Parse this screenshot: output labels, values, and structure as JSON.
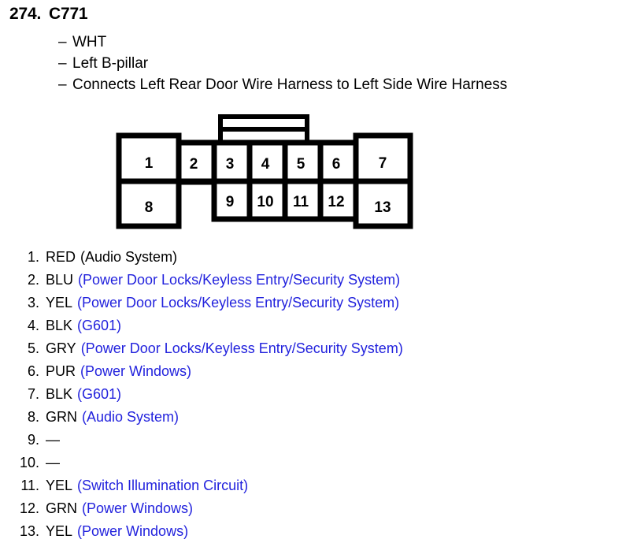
{
  "header": {
    "number": "274.",
    "code": "C771",
    "attributes": [
      {
        "dash": "–",
        "text": "WHT"
      },
      {
        "dash": "–",
        "text": "Left B-pillar"
      },
      {
        "dash": "–",
        "text": "Connects Left Rear Door Wire Harness to Left Side Wire Harness"
      }
    ]
  },
  "connector": {
    "name": "13-cavity-connector-diagram",
    "stroke_color": "#000000",
    "fill_color": "#ffffff",
    "latch_label": "latch-tab",
    "cavities": [
      {
        "id": 1,
        "label": "1",
        "row": "top",
        "group": "left-tall"
      },
      {
        "id": 2,
        "label": "2",
        "row": "top",
        "group": "narrow"
      },
      {
        "id": 3,
        "label": "3",
        "row": "top",
        "group": "middle"
      },
      {
        "id": 4,
        "label": "4",
        "row": "top",
        "group": "middle"
      },
      {
        "id": 5,
        "label": "5",
        "row": "top",
        "group": "middle"
      },
      {
        "id": 6,
        "label": "6",
        "row": "top",
        "group": "middle"
      },
      {
        "id": 7,
        "label": "7",
        "row": "top",
        "group": "right-tall"
      },
      {
        "id": 8,
        "label": "8",
        "row": "bottom",
        "group": "left-tall"
      },
      {
        "id": 9,
        "label": "9",
        "row": "bottom",
        "group": "middle"
      },
      {
        "id": 10,
        "label": "10",
        "row": "bottom",
        "group": "middle"
      },
      {
        "id": 11,
        "label": "11",
        "row": "bottom",
        "group": "middle"
      },
      {
        "id": 12,
        "label": "12",
        "row": "bottom",
        "group": "middle"
      },
      {
        "id": 13,
        "label": "13",
        "row": "bottom",
        "group": "right-tall"
      }
    ]
  },
  "pins": [
    {
      "index": "1.",
      "color": "RED",
      "circuit": "(Audio System)",
      "circuit_color": "black"
    },
    {
      "index": "2.",
      "color": "BLU",
      "circuit": "(Power Door Locks/Keyless Entry/Security System)",
      "circuit_color": "blue"
    },
    {
      "index": "3.",
      "color": "YEL",
      "circuit": "(Power Door Locks/Keyless Entry/Security System)",
      "circuit_color": "blue"
    },
    {
      "index": "4.",
      "color": "BLK",
      "circuit": "(G601)",
      "circuit_color": "blue"
    },
    {
      "index": "5.",
      "color": "GRY",
      "circuit": "(Power Door Locks/Keyless Entry/Security System)",
      "circuit_color": "blue"
    },
    {
      "index": "6.",
      "color": "PUR",
      "circuit": "(Power Windows)",
      "circuit_color": "blue"
    },
    {
      "index": "7.",
      "color": "BLK",
      "circuit": "(G601)",
      "circuit_color": "blue"
    },
    {
      "index": "8.",
      "color": "GRN",
      "circuit": "(Audio System)",
      "circuit_color": "blue"
    },
    {
      "index": "9.",
      "color": "—",
      "circuit": "",
      "circuit_color": "black"
    },
    {
      "index": "10.",
      "color": "—",
      "circuit": "",
      "circuit_color": "black"
    },
    {
      "index": "11.",
      "color": "YEL",
      "circuit": "(Switch Illumination Circuit)",
      "circuit_color": "blue"
    },
    {
      "index": "12.",
      "color": "GRN",
      "circuit": "(Power Windows)",
      "circuit_color": "blue"
    },
    {
      "index": "13.",
      "color": "YEL",
      "circuit": "(Power Windows)",
      "circuit_color": "blue"
    }
  ],
  "colors": {
    "blue": "#2222dd",
    "black": "#000000",
    "background": "#ffffff"
  }
}
